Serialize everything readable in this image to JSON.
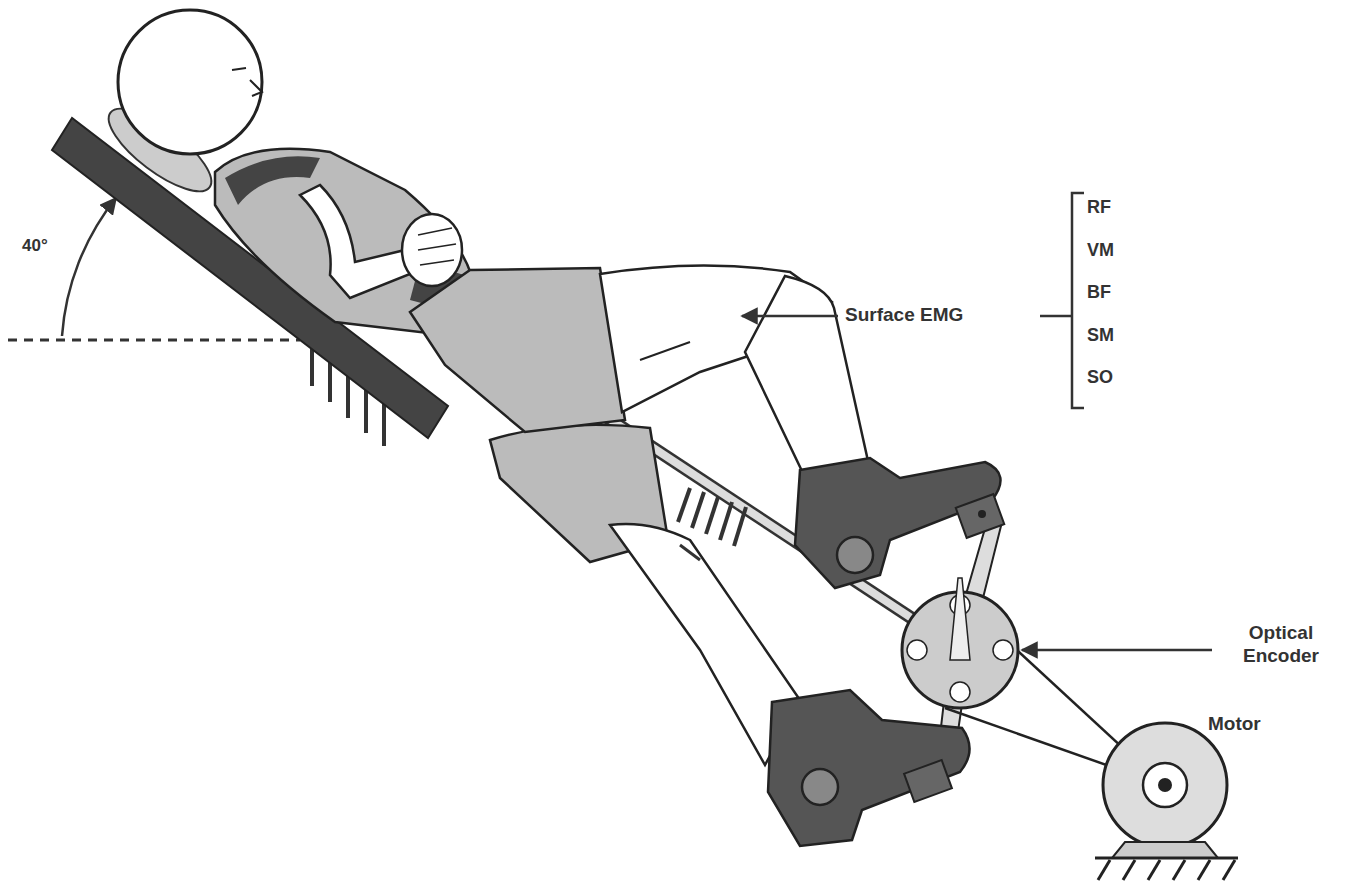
{
  "diagram": {
    "labels": [
      "40°",
      "Surface EMG",
      "RF",
      "VM",
      "BF",
      "SM",
      "SO",
      "Optical Encoder",
      "Motor"
    ]
  }
}
